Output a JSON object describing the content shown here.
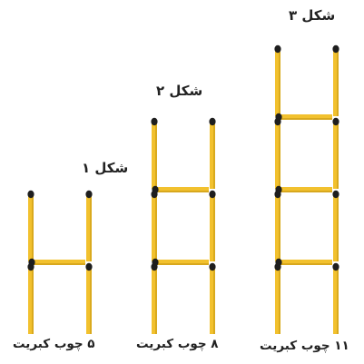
{
  "figures": [
    {
      "title": "شکل ۱",
      "caption": "۵ چوب کبریت",
      "levels": 2,
      "matchsticks": 5
    },
    {
      "title": "شکل ۲",
      "caption": "۸ چوب کبریت",
      "levels": 3,
      "matchsticks": 8
    },
    {
      "title": "شکل ۳",
      "caption": "۱۱ چوب کبریت",
      "levels": 4,
      "matchsticks": 11
    }
  ],
  "colors": {
    "stick": "#f2c12e",
    "stick_edge": "#c99a14",
    "head": "#1e1e1e",
    "text": "#222222"
  }
}
